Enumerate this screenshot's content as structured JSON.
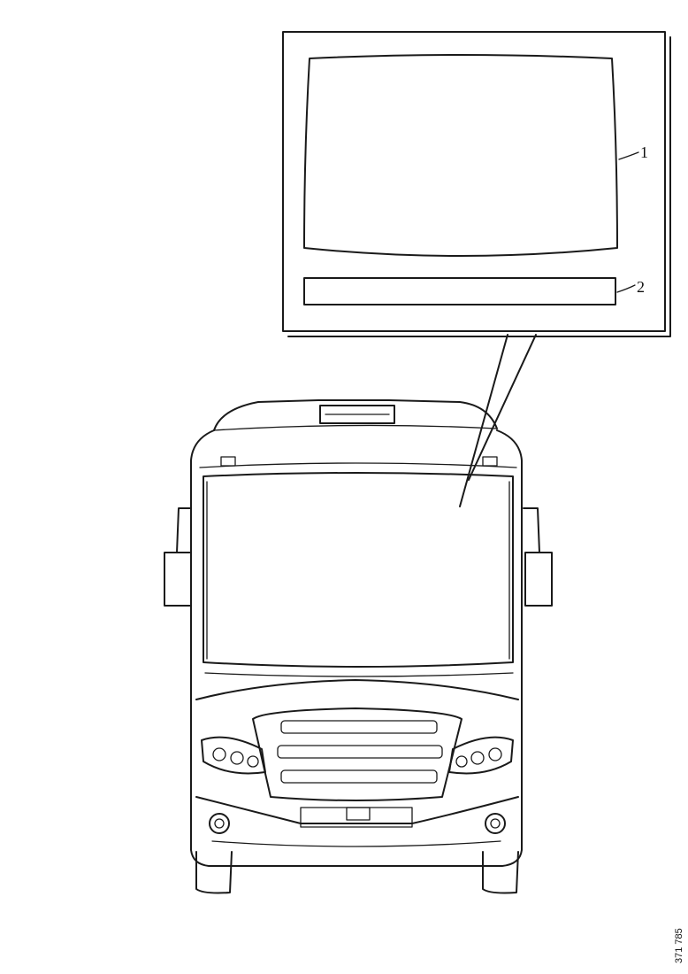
{
  "callouts": {
    "item1": "1",
    "item2": "2"
  },
  "reference_code": "371 785"
}
